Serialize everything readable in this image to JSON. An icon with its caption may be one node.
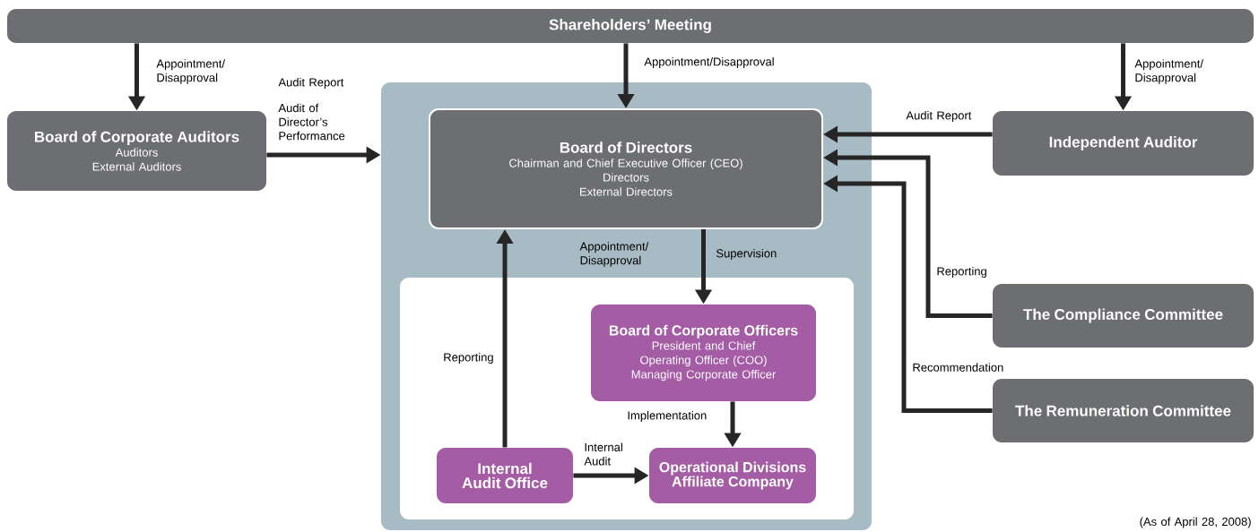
{
  "diagram": {
    "nodes": [
      {
        "text": [
          "Shareholders’ Meeting"
        ]
      },
      {
        "text": [
          "Board of Corporate Auditors",
          "Auditors",
          "External Auditors"
        ]
      },
      {
        "text": [],
        "shape": "box"
      },
      {
        "text": [
          "Board of Directors",
          "Chairman and Chief Executive Officer (CEO)",
          "Directors",
          "External Directors"
        ],
        "in": 2
      },
      {
        "text": [],
        "shape": "box",
        "in": 2
      },
      {
        "text": [
          "Board of Corporate Officers",
          "President and Chief Operating Officer (COO)",
          "Managing Corporate Officer"
        ],
        "in": 4
      },
      {
        "text": [
          "Internal Audit Office"
        ],
        "in": 4
      },
      {
        "text": [
          "Operational Divisions",
          "Affiliate Company"
        ],
        "in": 4
      },
      {
        "text": [
          "Independent Auditor"
        ]
      },
      {
        "text": [
          "The Compliance Committee"
        ]
      },
      {
        "text": [
          "The Remuneration Committee"
        ]
      }
    ],
    "edges": [
      {
        "from": 0,
        "to": 1,
        "arrow": "to",
        "label": "Appointment/ Disapproval"
      },
      {
        "from": 0,
        "to": 3,
        "arrow": "to",
        "label": "Appointment/Disapproval"
      },
      {
        "from": 0,
        "to": 8,
        "arrow": "to",
        "label": "Appointment/ Disapproval"
      },
      {
        "from": 1,
        "to": 2,
        "arrow": "to",
        "label": "Audit of Director’s Performance"
      },
      {
        "from": 8,
        "to": 3,
        "arrow": "to",
        "label": "Audit Report"
      },
      {
        "from": 9,
        "to": 3,
        "arrow": "to",
        "label": "Reporting"
      },
      {
        "from": 10,
        "to": 3,
        "arrow": "to",
        "label": "Recommendation"
      },
      {
        "from": 3,
        "to": 5,
        "arrow": "to",
        "label": "Supervision"
      },
      {
        "from": 6,
        "to": 3,
        "arrow": "to",
        "label": "Reporting"
      },
      {
        "from": 5,
        "to": 7,
        "arrow": "to",
        "label": "Implementation"
      },
      {
        "from": 6,
        "to": 7,
        "arrow": "to",
        "label": "Internal Audit"
      }
    ],
    "labels": [
      "Audit Report",
      "Appointment/ Disapproval",
      "(As of April 28, 2008)"
    ]
  }
}
